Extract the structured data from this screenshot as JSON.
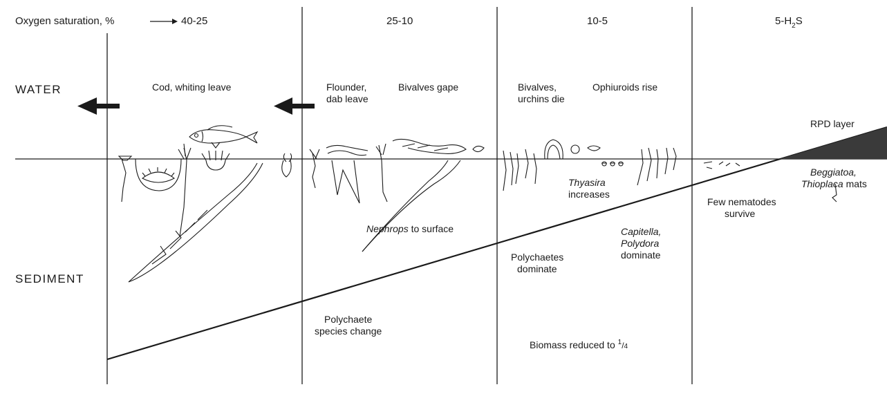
{
  "header": {
    "axis_label": "Oxygen saturation, %",
    "zones": [
      "40-25",
      "25-10",
      "10-5",
      "5-H",
      "2",
      "S"
    ]
  },
  "side_labels": {
    "water": "WATER",
    "sediment": "SEDIMENT"
  },
  "water_events": {
    "cod_whiting": "Cod, whiting leave",
    "flounder_line1": "Flounder,",
    "flounder_line2": "dab leave",
    "bivalves_gape": "Bivalves gape",
    "bivalves_die_line1": "Bivalves,",
    "bivalves_die_line2": "urchins die",
    "ophiuroids": "Ophiuroids rise",
    "rpd": "RPD layer"
  },
  "sediment_events": {
    "beggiatoa_line1": "Beggiatoa,",
    "thioplaca": "Thioplaca",
    "mats": " mats",
    "thyasira": "Thyasira",
    "thyasira_increases": "increases",
    "few_nematodes_line1": "Few nematodes",
    "few_nematodes_line2": "survive",
    "nephrops": "Nephrops",
    "nephrops_rest": " to surface",
    "capitella": "Capitella,",
    "polydora": "Polydora",
    "dominate": "dominate",
    "polychaetes_line1": "Polychaetes",
    "polychaetes_line2": "dominate",
    "poly_species_line1": "Polychaete",
    "poly_species_line2": "species change",
    "biomass": "Biomass reduced to ",
    "biomass_sup": "1",
    "biomass_sub": "4"
  }
}
